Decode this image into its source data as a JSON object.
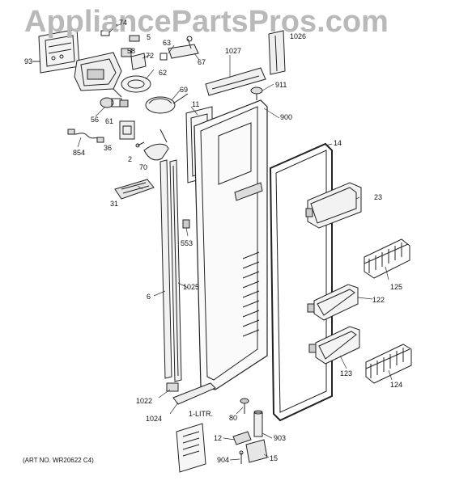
{
  "watermark": "AppliancePartsPros.com",
  "art_number": "(ART NO. WR20622 C4)",
  "callouts": {
    "c74": "74",
    "c93": "93",
    "c5": "5",
    "c58": "58",
    "c72": "72",
    "c63": "63",
    "c67": "67",
    "c62": "62",
    "c69": "69",
    "c1027": "1027",
    "c1026": "1026",
    "c911": "911",
    "c56": "56",
    "c61": "61",
    "c11": "11",
    "c900": "900",
    "c854": "854",
    "c36": "36",
    "c2": "2",
    "c70": "70",
    "c14": "14",
    "c31": "31",
    "c23": "23",
    "c553": "553",
    "c125": "125",
    "c6": "6",
    "c1025": "1025",
    "c122": "122",
    "c123": "123",
    "c124": "124",
    "c1022": "1022",
    "c1024": "1024",
    "c80": "80",
    "c1litr": "1-LITR.",
    "c12": "12",
    "c903": "903",
    "c904": "904",
    "c15": "15"
  }
}
